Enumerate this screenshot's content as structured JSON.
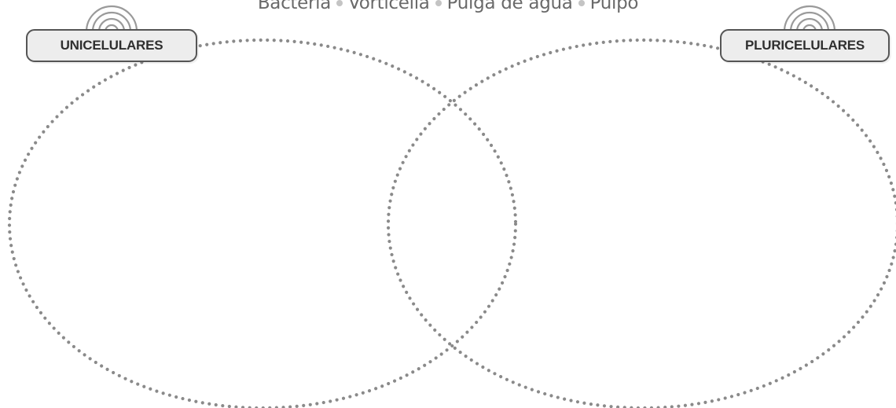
{
  "word_bank": {
    "items": [
      "Bacteria",
      "Vorticella",
      "Pulga de agua",
      "Pulpo"
    ]
  },
  "sets": {
    "left_label": "UNICELULARES",
    "right_label": "PLURICELULARES"
  },
  "colors": {
    "dots": "#8a8a8a",
    "box_fill": "#ededed",
    "box_border": "#555555",
    "text": "#2f2f2f",
    "word_bank_text": "#6a6a6a",
    "separator": "#c4c4c4"
  }
}
